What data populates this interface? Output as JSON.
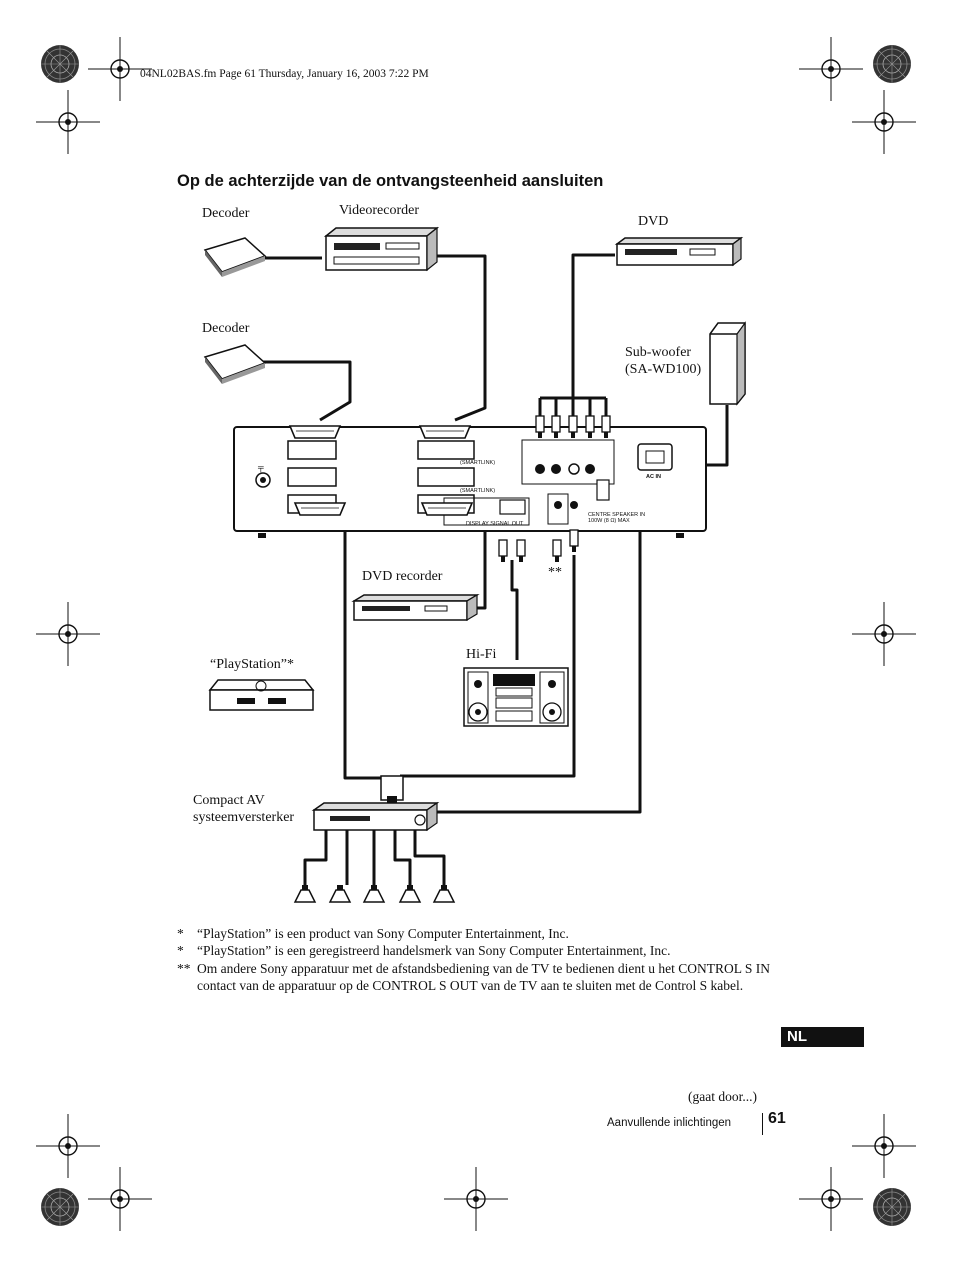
{
  "header": {
    "file_info": "04NL02BAS.fm  Page 61  Thursday, January 16, 2003  7:22 PM"
  },
  "section_title": "Op de achterzijde van de ontvangsteenheid aansluiten",
  "devices": {
    "decoder_1": "Decoder",
    "videorecorder": "Videorecorder",
    "dvd": "DVD",
    "decoder_2": "Decoder",
    "subwoofer_line1": "Sub-woofer",
    "subwoofer_line2": "(SA-WD100)",
    "dvd_recorder": "DVD recorder",
    "control_s_mark": "**",
    "playstation": "“PlayStation”*",
    "hifi": "Hi-Fi",
    "amp_line1": "Compact AV",
    "amp_line2": "systeemversterker"
  },
  "panel_labels": {
    "smartlink_1": "(SMARTLINK)",
    "smartlink_2": "(SMARTLINK)",
    "ac_in": "AC IN",
    "center_speaker": "CENTRE SPEAKER IN",
    "center_speaker_spec": "100W (8 Ω) MAX",
    "display_signal_out": "DISPLAY SIGNAL OUT"
  },
  "footnotes": [
    {
      "mark": "*",
      "text": "“PlayStation” is een product van Sony Computer Entertainment, Inc."
    },
    {
      "mark": "*",
      "text": "“PlayStation” is een geregistreerd handelsmerk van Sony Computer Entertainment, Inc."
    },
    {
      "mark": "**",
      "text": "Om andere Sony apparatuur met de afstandsbediening van de TV te bedienen dient u het CONTROL S IN contact van de apparatuur op de CONTROL S OUT van de TV aan te sluiten met de Control S kabel."
    }
  ],
  "language_tab": "NL",
  "continued": "(gaat door...)",
  "footer": {
    "section": "Aanvullende inlichtingen",
    "page_number": "61"
  }
}
